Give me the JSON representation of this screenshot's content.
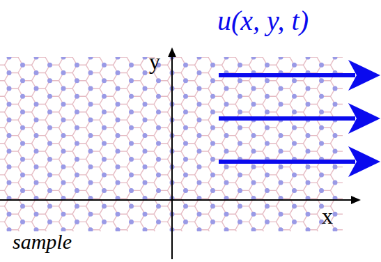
{
  "diagram": {
    "labels": [
      "u(x, y, t)",
      "y",
      "x",
      "sample"
    ]
  }
}
